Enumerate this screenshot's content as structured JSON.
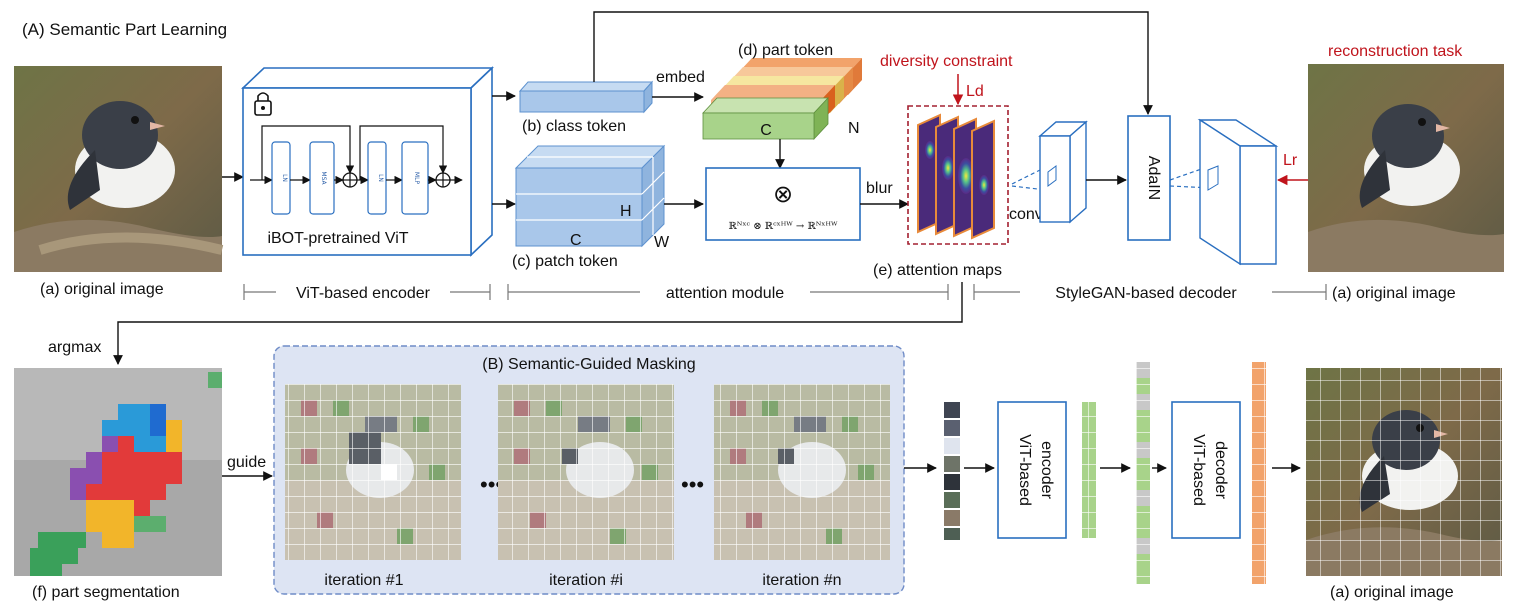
{
  "labels": {
    "section_a": "(A) Semantic Part Learning",
    "original_image": "(a) original image",
    "ibot": "iBOT-pretrained ViT",
    "ln": "LN",
    "msa": "MSA",
    "mlp": "MLP",
    "class_token": "(b) class token",
    "patch_token": "(c) patch token",
    "part_token": "(d) part token",
    "embed": "embed",
    "c": "C",
    "n": "N",
    "h": "H",
    "w": "W",
    "otimes": "⊗",
    "formula": "ℝᴺˣᶜ ⊗ ℝᶜˣᴴᵂ → ℝᴺˣᴴᵂ",
    "blur": "blur",
    "diversity": "diversity constraint",
    "ld": "Ld",
    "attention_maps": "(e) attention maps",
    "conv": "conv",
    "adain": "AdaIN",
    "reconstruction": "reconstruction task",
    "lr": "Lr",
    "vit_encoder_range": "ViT-based encoder",
    "attention_module_range": "attention module",
    "stylegan_range": "StyleGAN-based decoder",
    "argmax": "argmax",
    "guide": "guide",
    "part_segmentation": "(f) part segmentation",
    "section_b": "(B) Semantic-Guided Masking",
    "iter1": "iteration #1",
    "iteri": "iteration #i",
    "itern": "iteration #n",
    "dots": "•••",
    "vit_encoder_1": "ViT-based",
    "vit_encoder_2": "encoder",
    "vit_decoder_1": "ViT-based",
    "vit_decoder_2": "decoder"
  },
  "colors": {
    "blue_line": "#2a6fc0",
    "light_blue": "#a9c7ea",
    "red": "#c0141c",
    "green_cube": "#a8d38a",
    "orange_token": "#f2a36b",
    "gray_token": "#c8c8c8"
  }
}
